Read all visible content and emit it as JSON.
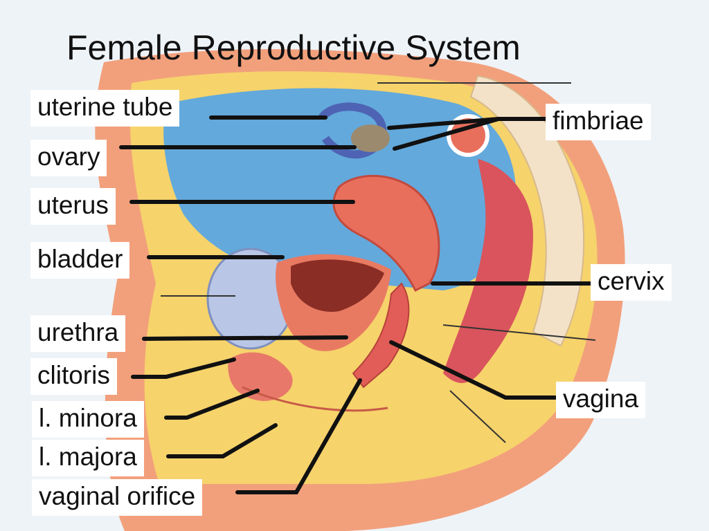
{
  "title": "Female Reproductive System",
  "labels": {
    "uterine_tube": "uterine tube",
    "ovary": "ovary",
    "uterus": "uterus",
    "bladder": "bladder",
    "urethra": "urethra",
    "clitoris": "clitoris",
    "labia_minora": "l. minora",
    "labia_majora": "l. majora",
    "vaginal_orifice": "vaginal orifice",
    "fimbriae": "fimbriae",
    "cervix": "cervix",
    "vagina": "vagina"
  },
  "colors": {
    "background": "#eef3f7",
    "skin": "#f2a07c",
    "fat": "#f6d36b",
    "peritoneum": "#63a9dc",
    "muscle": "#e86f5c",
    "bladder": "#b9c6e6",
    "leader_line": "#111111"
  }
}
